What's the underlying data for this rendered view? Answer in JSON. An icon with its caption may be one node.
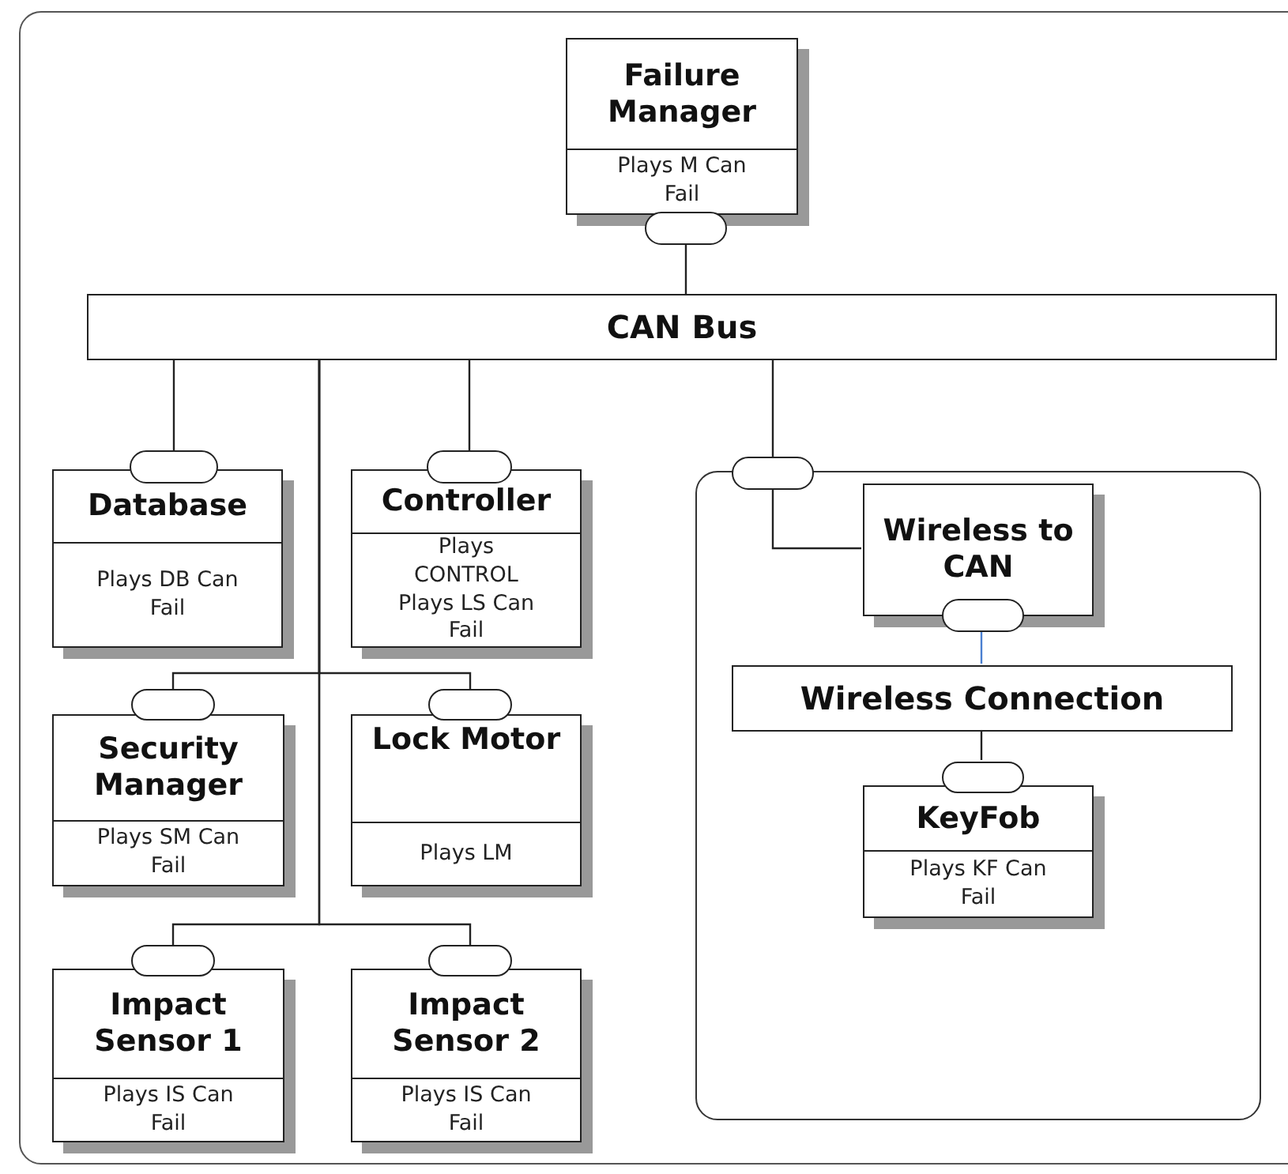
{
  "diagram": {
    "nodes": [
      {
        "text": [
          "Failure Manager",
          "Plays M Can Fail"
        ]
      },
      {
        "text": [],
        "shape": "pill"
      },
      {
        "text": [
          "CAN Bus"
        ]
      },
      {
        "text": [],
        "shape": "pill"
      },
      {
        "text": [
          "Database",
          "Plays DB Can Fail"
        ]
      },
      {
        "text": [],
        "shape": "pill"
      },
      {
        "text": [
          "Controller",
          "Plays CONTROL Plays LS Can Fail"
        ]
      },
      {
        "text": [],
        "shape": "box"
      },
      {
        "text": [],
        "shape": "pill"
      },
      {
        "text": [
          "Wireless to CAN"
        ],
        "in": 7
      },
      {
        "text": [],
        "shape": "pill",
        "in": 7
      },
      {
        "text": [
          "Wireless Connection"
        ],
        "in": 7
      },
      {
        "text": [],
        "shape": "pill",
        "in": 7
      },
      {
        "text": [
          "KeyFob",
          "Plays KF Can Fail"
        ],
        "in": 7
      },
      {
        "text": [],
        "shape": "pill"
      },
      {
        "text": [
          "Security Manager",
          "Plays SM Can Fail"
        ]
      },
      {
        "text": [],
        "shape": "pill"
      },
      {
        "text": [
          "Lock Motor",
          "Plays LM"
        ]
      },
      {
        "text": [],
        "shape": "pill"
      },
      {
        "text": [
          "Impact Sensor 1",
          "Plays IS Can Fail"
        ]
      },
      {
        "text": [],
        "shape": "pill"
      },
      {
        "text": [
          "Impact Sensor 2",
          "Plays IS Can Fail"
        ]
      }
    ],
    "edges": [
      {
        "from": 1,
        "to": 2,
        "arrow": "none"
      },
      {
        "from": 2,
        "to": 3,
        "arrow": "none"
      },
      {
        "from": 2,
        "to": 5,
        "arrow": "none"
      },
      {
        "from": 2,
        "to": 8,
        "arrow": "none"
      },
      {
        "from": 8,
        "to": 9,
        "arrow": "none"
      },
      {
        "from": 10,
        "to": 11,
        "arrow": "none",
        "color": "#4a7fd0"
      },
      {
        "from": 11,
        "to": 12,
        "arrow": "none"
      },
      {
        "from": 2,
        "to": 14,
        "arrow": "none"
      },
      {
        "from": 2,
        "to": 16,
        "arrow": "none"
      },
      {
        "from": 2,
        "to": 18,
        "arrow": "none"
      },
      {
        "from": 2,
        "to": 20,
        "arrow": "none"
      }
    ]
  }
}
